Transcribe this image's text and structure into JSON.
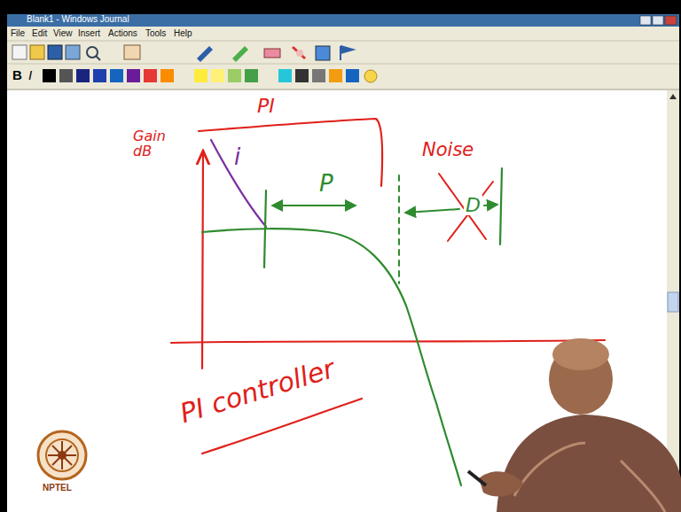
{
  "diagram": {
    "labels": [
      "Blank1 - Windows Journal",
      "File",
      "Edit",
      "View",
      "Insert",
      "Actions",
      "Tools",
      "Help",
      "B",
      "I",
      "PI",
      "Gain dB",
      "i",
      "P",
      "Noise",
      "D",
      "PI controller",
      "NPTEL"
    ]
  }
}
